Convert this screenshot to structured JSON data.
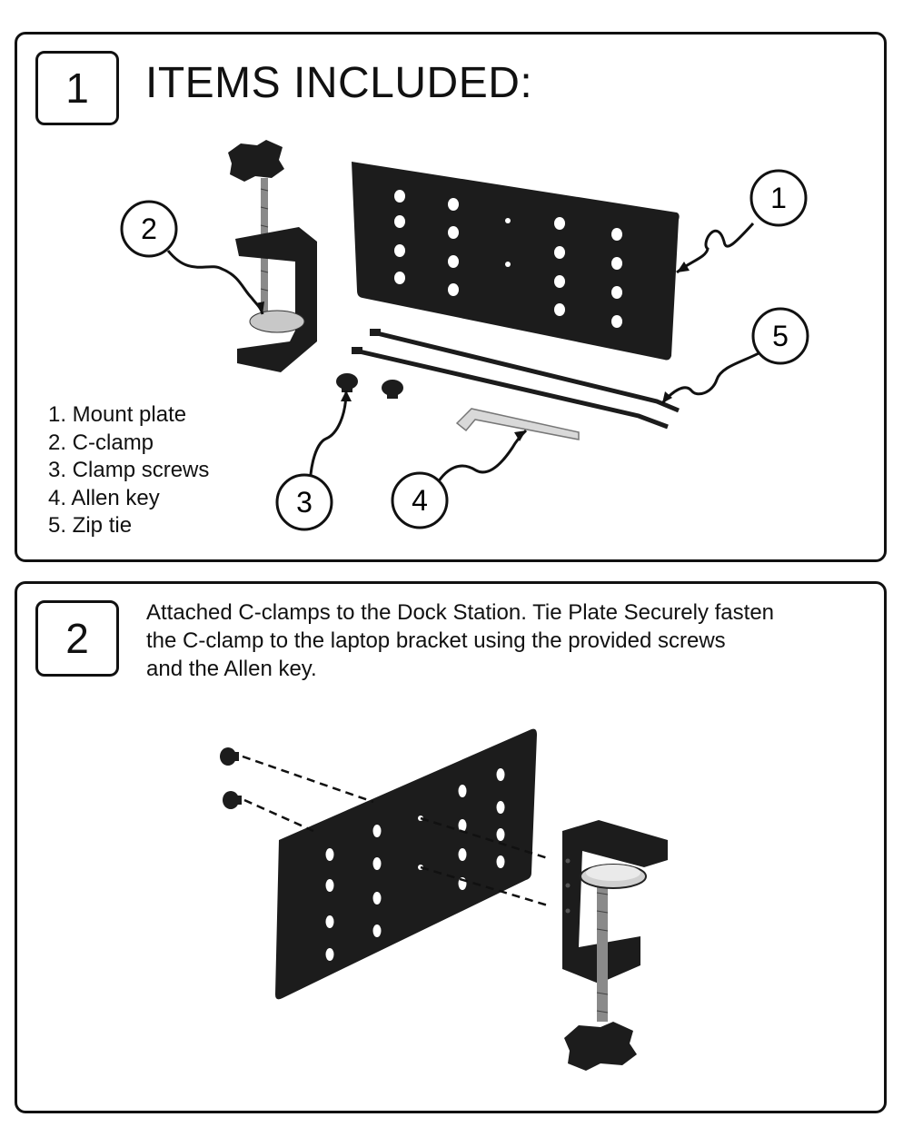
{
  "step1": {
    "number": "1",
    "title": "ITEMS INCLUDED:",
    "items": [
      "1. Mount plate",
      "2. C-clamp",
      "3. Clamp screws",
      "4.  Allen key",
      "5. Zip tie"
    ],
    "callouts": [
      "1",
      "2",
      "3",
      "4",
      "5"
    ]
  },
  "step2": {
    "number": "2",
    "instruction_lines": [
      "Attached C-clamps to the Dock Station. Tie Plate Securely fasten",
      "the C-clamp to the laptop bracket using the provided screws",
      "and the Allen key."
    ]
  },
  "colors": {
    "part": "#1a1a1a",
    "line": "#111111",
    "background": "#ffffff",
    "key": "#d0d0d0"
  }
}
